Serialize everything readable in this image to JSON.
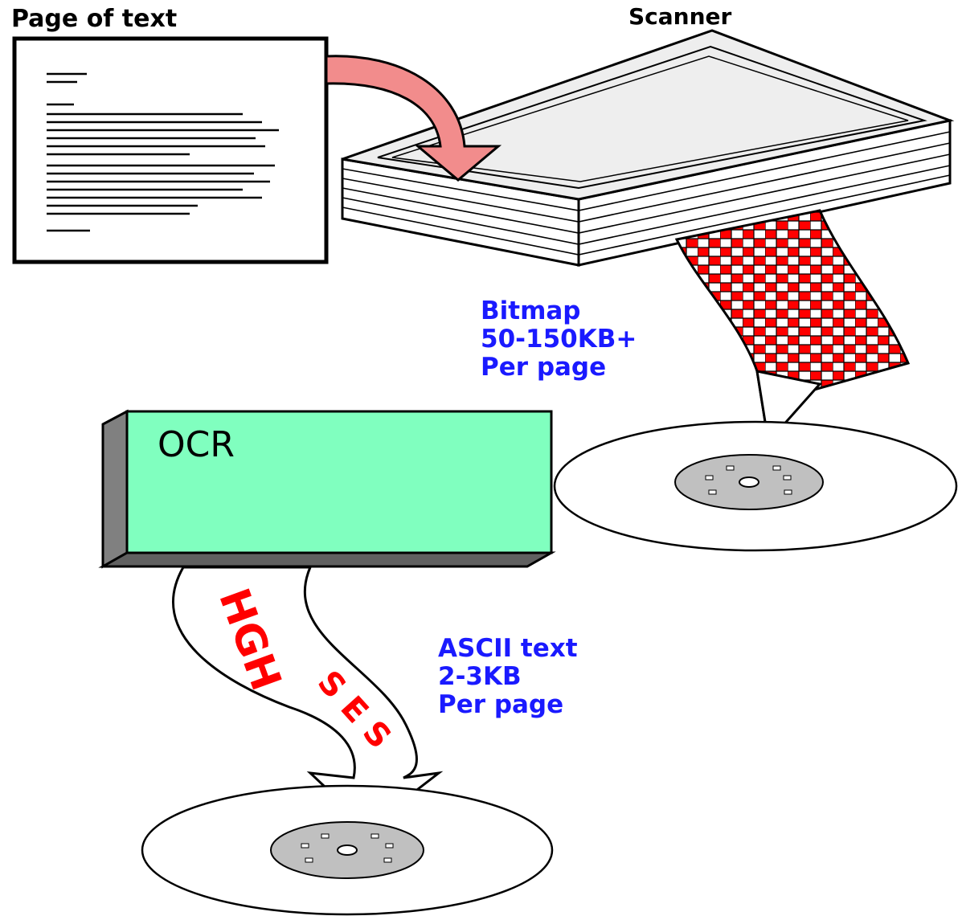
{
  "labels": {
    "page_of_text": "Page of text",
    "scanner": "Scanner",
    "ocr": "OCR"
  },
  "bitmap_note": {
    "line1": "Bitmap",
    "line2": "50-150KB+",
    "line3": "Per page"
  },
  "ascii_note": {
    "line1": "ASCII text",
    "line2": "2-3KB",
    "line3": "Per page"
  },
  "ribbon_text": {
    "line1": "HGH",
    "line2": "S E S"
  },
  "colors": {
    "arrow_pink": "#f28c8c",
    "ribbon_red": "#ff0000",
    "ocr_box": "#80ffbf",
    "ocr_side": "#808080",
    "scanner_top": "#eeeeee",
    "disk_hub": "#c0c0c0",
    "note_blue": "#1a1aff"
  },
  "icons": [
    "document-icon",
    "scanner-icon",
    "disk-icon",
    "ocr-box-icon",
    "flow-arrow-icon"
  ]
}
